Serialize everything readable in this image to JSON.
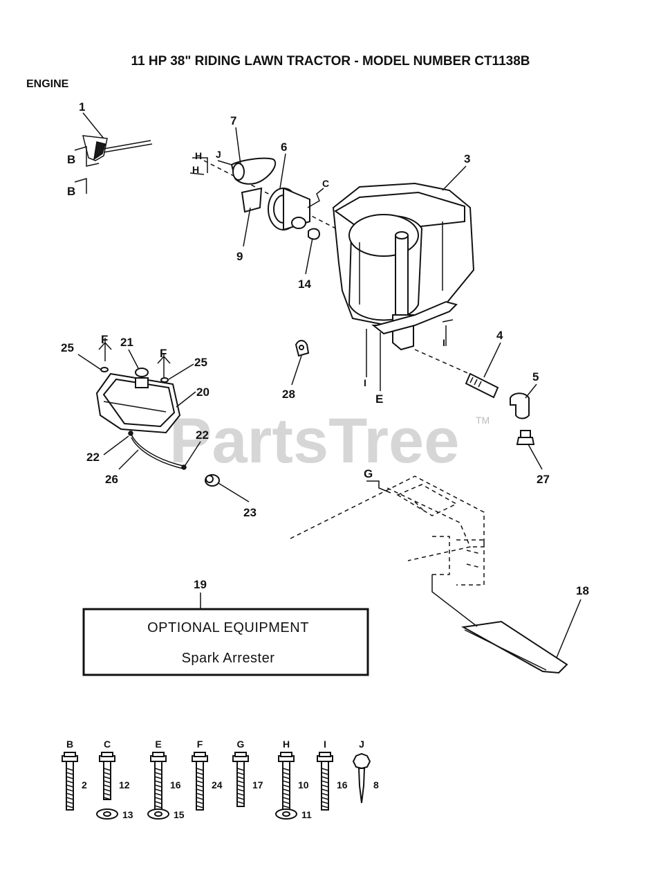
{
  "title": "11 HP 38\" RIDING LAWN TRACTOR - MODEL NUMBER CT1138B",
  "section": "ENGINE",
  "watermark": "PartsTree",
  "watermark_tm": "TM",
  "optional_box": {
    "number": "19",
    "heading": "OPTIONAL EQUIPMENT",
    "item": "Spark Arrester"
  },
  "callouts": {
    "n1": "1",
    "n3": "3",
    "n4": "4",
    "n5": "5",
    "n6": "6",
    "n7": "7",
    "n9": "9",
    "n14": "14",
    "n18": "18",
    "n20": "20",
    "n21": "21",
    "n22a": "22",
    "n22b": "22",
    "n23": "23",
    "n25a": "25",
    "n25b": "25",
    "n26": "26",
    "n27": "27",
    "n28": "28"
  },
  "letters": {
    "b1": "B",
    "b2": "B",
    "h1": "H",
    "h2": "H",
    "j1": "J",
    "c1": "C",
    "f1": "F",
    "f2": "F",
    "i1": "I",
    "i2": "I",
    "e1": "E",
    "g1": "G"
  },
  "hardware": [
    {
      "letter": "B",
      "part": "2"
    },
    {
      "letter": "C",
      "part": "12",
      "washer": "13"
    },
    {
      "letter": "E",
      "part": "16",
      "washer": "15"
    },
    {
      "letter": "F",
      "part": "24"
    },
    {
      "letter": "G",
      "part": "17"
    },
    {
      "letter": "H",
      "part": "10",
      "washer": "11"
    },
    {
      "letter": "I",
      "part": "16"
    },
    {
      "letter": "J",
      "part": "8"
    }
  ]
}
